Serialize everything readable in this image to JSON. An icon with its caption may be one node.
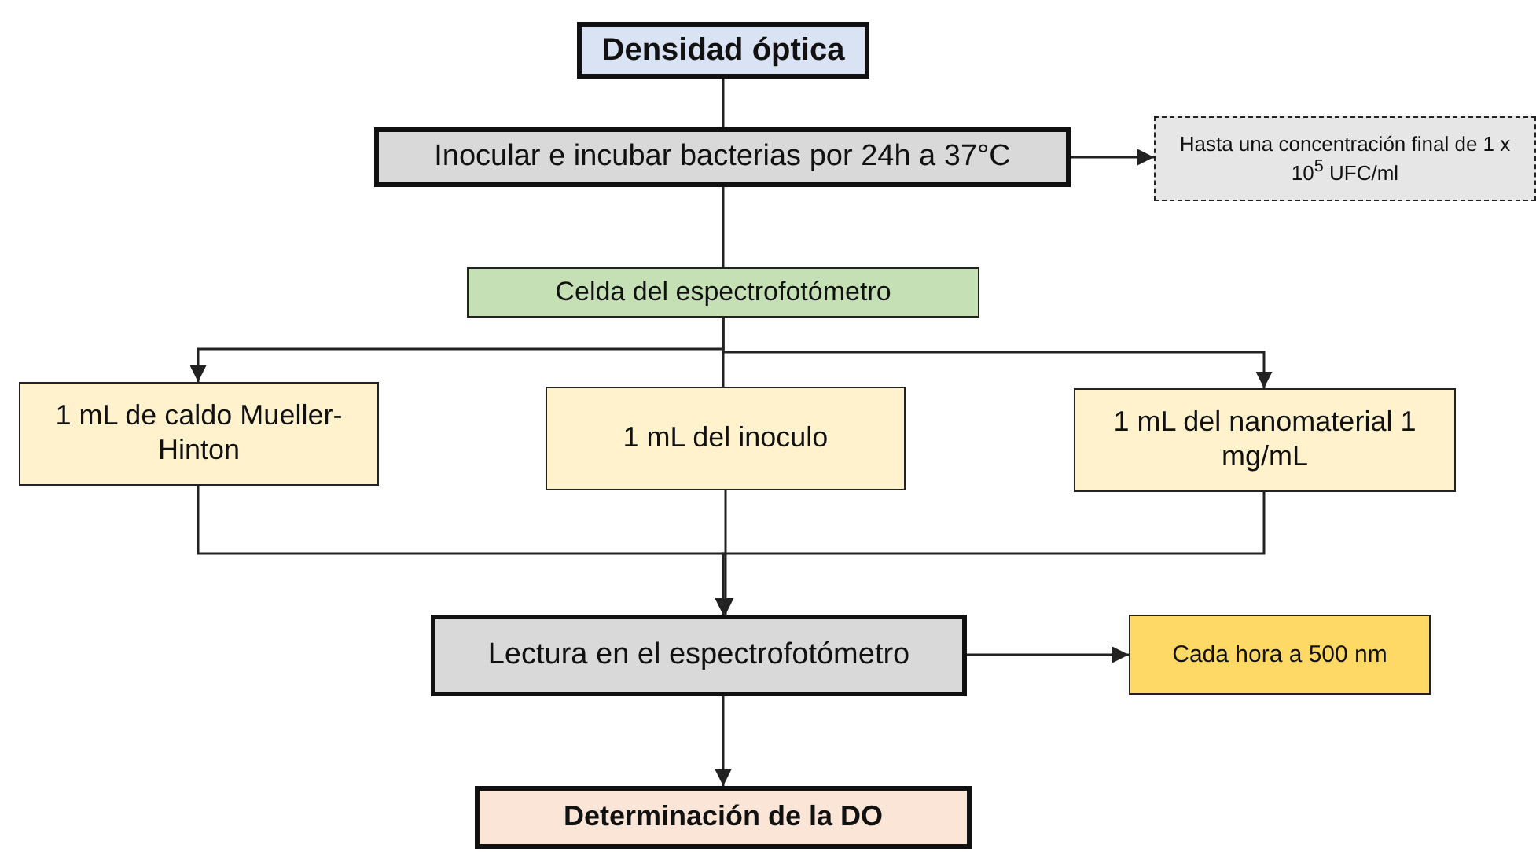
{
  "diagram": {
    "nodes": [
      {
        "text": [
          "Densidad óptica"
        ]
      },
      {
        "text": [
          "Inocular e incubar bacterias por 24h a 37°C"
        ]
      },
      {
        "text": [
          "Hasta una concentración final de 1 x 10$^{5}$ UFC/ml"
        ]
      },
      {
        "text": [
          "Celda del espectrofotómetro"
        ]
      },
      {
        "text": [
          "1 mL de caldo Mueller-Hinton"
        ]
      },
      {
        "text": [
          "1 mL del inoculo"
        ]
      },
      {
        "text": [
          "1 mL del nanomaterial 1 mg/mL"
        ]
      },
      {
        "text": [
          "Lectura en el espectrofotómetro"
        ]
      },
      {
        "text": [
          "Cada hora a 500 nm"
        ]
      },
      {
        "text": [
          "Determinación de la DO"
        ]
      }
    ],
    "edges": [
      {
        "from": 0,
        "to": 1,
        "arrow": "none"
      },
      {
        "from": 1,
        "to": 2,
        "arrow": "to"
      },
      {
        "from": 1,
        "to": 3,
        "arrow": "none"
      },
      {
        "from": 3,
        "to": 4,
        "arrow": "to"
      },
      {
        "from": 3,
        "to": 5,
        "arrow": "none"
      },
      {
        "from": 3,
        "to": 6,
        "arrow": "to"
      },
      {
        "from": 4,
        "to": 7,
        "arrow": "to"
      },
      {
        "from": 5,
        "to": 7,
        "arrow": "to"
      },
      {
        "from": 6,
        "to": 7,
        "arrow": "to"
      },
      {
        "from": 7,
        "to": 8,
        "arrow": "to"
      },
      {
        "from": 7,
        "to": 9,
        "arrow": "to"
      }
    ]
  }
}
